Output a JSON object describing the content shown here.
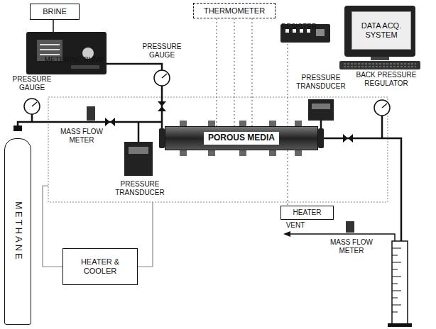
{
  "diagram": {
    "nodes": [
      {
        "text": [
          "BRINE"
        ]
      },
      {
        "text": [
          "THERMOMETER"
        ]
      },
      {
        "text": [
          "RESISTER"
        ]
      },
      {
        "text": [
          "DATA ACQ. SYSTEM"
        ]
      },
      {
        "text": [
          "METERING PUMP"
        ]
      },
      {
        "text": [
          "POROUS MEDIA"
        ]
      },
      {
        "text": [
          "HEATER"
        ]
      },
      {
        "text": [
          "METHANE"
        ]
      },
      {
        "text": [
          "HEATER & COOLER"
        ]
      }
    ],
    "edges": [
      {
        "from": 0,
        "to": 4,
        "arrow": "none"
      },
      {
        "from": 1,
        "to": 5,
        "arrow": "none"
      },
      {
        "from": 1,
        "to": 5,
        "arrow": "none"
      },
      {
        "from": 1,
        "to": 5,
        "arrow": "none"
      },
      {
        "from": 2,
        "to": 6,
        "arrow": "none"
      }
    ],
    "labels": [
      "PRESSURE GAUGE",
      "PRESSURE GAUGE",
      "MASS FLOW METER",
      "PRESSURE TRANSDUCER",
      "PRESSURE TRANSDUCER",
      "BACK PRESSURE REGULATOR",
      "VENT",
      "MASS FLOW METER"
    ]
  }
}
